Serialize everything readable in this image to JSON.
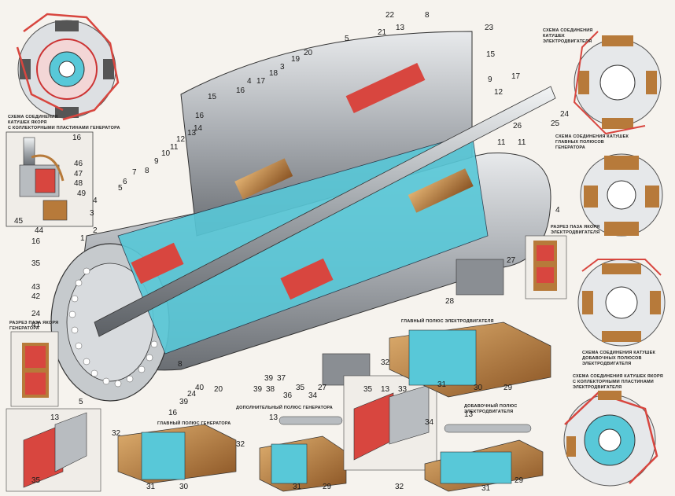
{
  "captions": {
    "gen_brush_scheme": [
      "СХЕМА СОЕДИНЕНИЯ",
      "КАТУШЕК ЯКОРЯ",
      "С КОЛЛЕКТОРНЫМИ ПЛАСТИНАМИ ГЕНЕРАТОРА"
    ],
    "motor_main_scheme": [
      "СХЕМА СОЕДИНЕНИЯ",
      "КАТУШЕК",
      "ЭЛЕКТРОДВИГАТЕЛЯ"
    ],
    "motor_main_poles_scheme": [
      "СХЕМА СОЕДИНЕНИЯ КАТУШЕК",
      "ГЛАВНЫХ ПОЛЮСОВ",
      "ГЕНЕРАТОРА"
    ],
    "motor_armature_slot": [
      "РАЗРЕЗ ПАЗА ЯКОРЯ",
      "ЭЛЕКТРОДВИГАТЕЛЯ"
    ],
    "aux_poles_scheme": [
      "СХЕМА СОЕДИНЕНИЯ КАТУШЕК",
      "ДОБАВОЧНЫХ ПОЛЮСОВ",
      "ЭЛЕКТРОДВИГАТЕЛЯ"
    ],
    "motor_armature_scheme": [
      "СХЕМА СОЕДИНЕНИЯ КАТУШЕК ЯКОРЯ",
      "С КОЛЛЕКТОРНЫМИ ПЛАСТИНАМИ",
      "ЭЛЕКТРОДВИГАТЕЛЯ"
    ],
    "gen_armature_slot": [
      "РАЗРЕЗ ПАЗА ЯКОРЯ",
      "ГЕНЕРАТОРА"
    ],
    "motor_main_pole": "ГЛАВНЫЙ ПОЛЮС ЭЛЕКТРОДВИГАТЕЛЯ",
    "gen_main_pole": "ГЛАВНЫЙ ПОЛЮС ГЕНЕРАТОРА",
    "gen_aux_pole": "ДОПОЛНИТЕЛЬНЫЙ ПОЛЮС ГЕНЕРАТОРА",
    "motor_aux_pole": [
      "ДОБАВОЧНЫЙ ПОЛЮС",
      "ЭЛЕКТРОДВИГАТЕЛЯ"
    ]
  },
  "labels": {
    "main_top": [
      "21",
      "13",
      "22",
      "8",
      "23",
      "5",
      "19",
      "20",
      "18",
      "3",
      "17",
      "16",
      "4",
      "15",
      "9",
      "12",
      "17",
      "26",
      "24",
      "25",
      "15",
      "11",
      "16",
      "14",
      "13",
      "12",
      "11",
      "10",
      "9",
      "8",
      "7",
      "6",
      "5",
      "4",
      "3",
      "2",
      "1",
      "11",
      "4",
      "27",
      "28",
      "16",
      "35",
      "43",
      "42",
      "24",
      "41",
      "8",
      "40",
      "24",
      "20",
      "39",
      "38",
      "37",
      "36",
      "35",
      "34",
      "27",
      "39",
      "16",
      "39"
    ],
    "brush": [
      "16",
      "46",
      "47",
      "48",
      "49",
      "45",
      "44"
    ],
    "commutator": [
      "5",
      "13",
      "35",
      "32"
    ],
    "motor_pole": [
      "32",
      "31",
      "30",
      "29"
    ],
    "gen_pole": [
      "31",
      "30"
    ],
    "gen_aux": [
      "13",
      "32",
      "31",
      "29"
    ],
    "armature_slot": [
      "35",
      "13",
      "33",
      "34"
    ],
    "motor_aux": [
      "13",
      "32",
      "31",
      "29"
    ]
  },
  "colors": {
    "cyan": "#58c8d8",
    "red": "#d8463f",
    "copper": "#b77a3a",
    "gray": "#b8bcc0",
    "dark": "#5a5e63"
  }
}
